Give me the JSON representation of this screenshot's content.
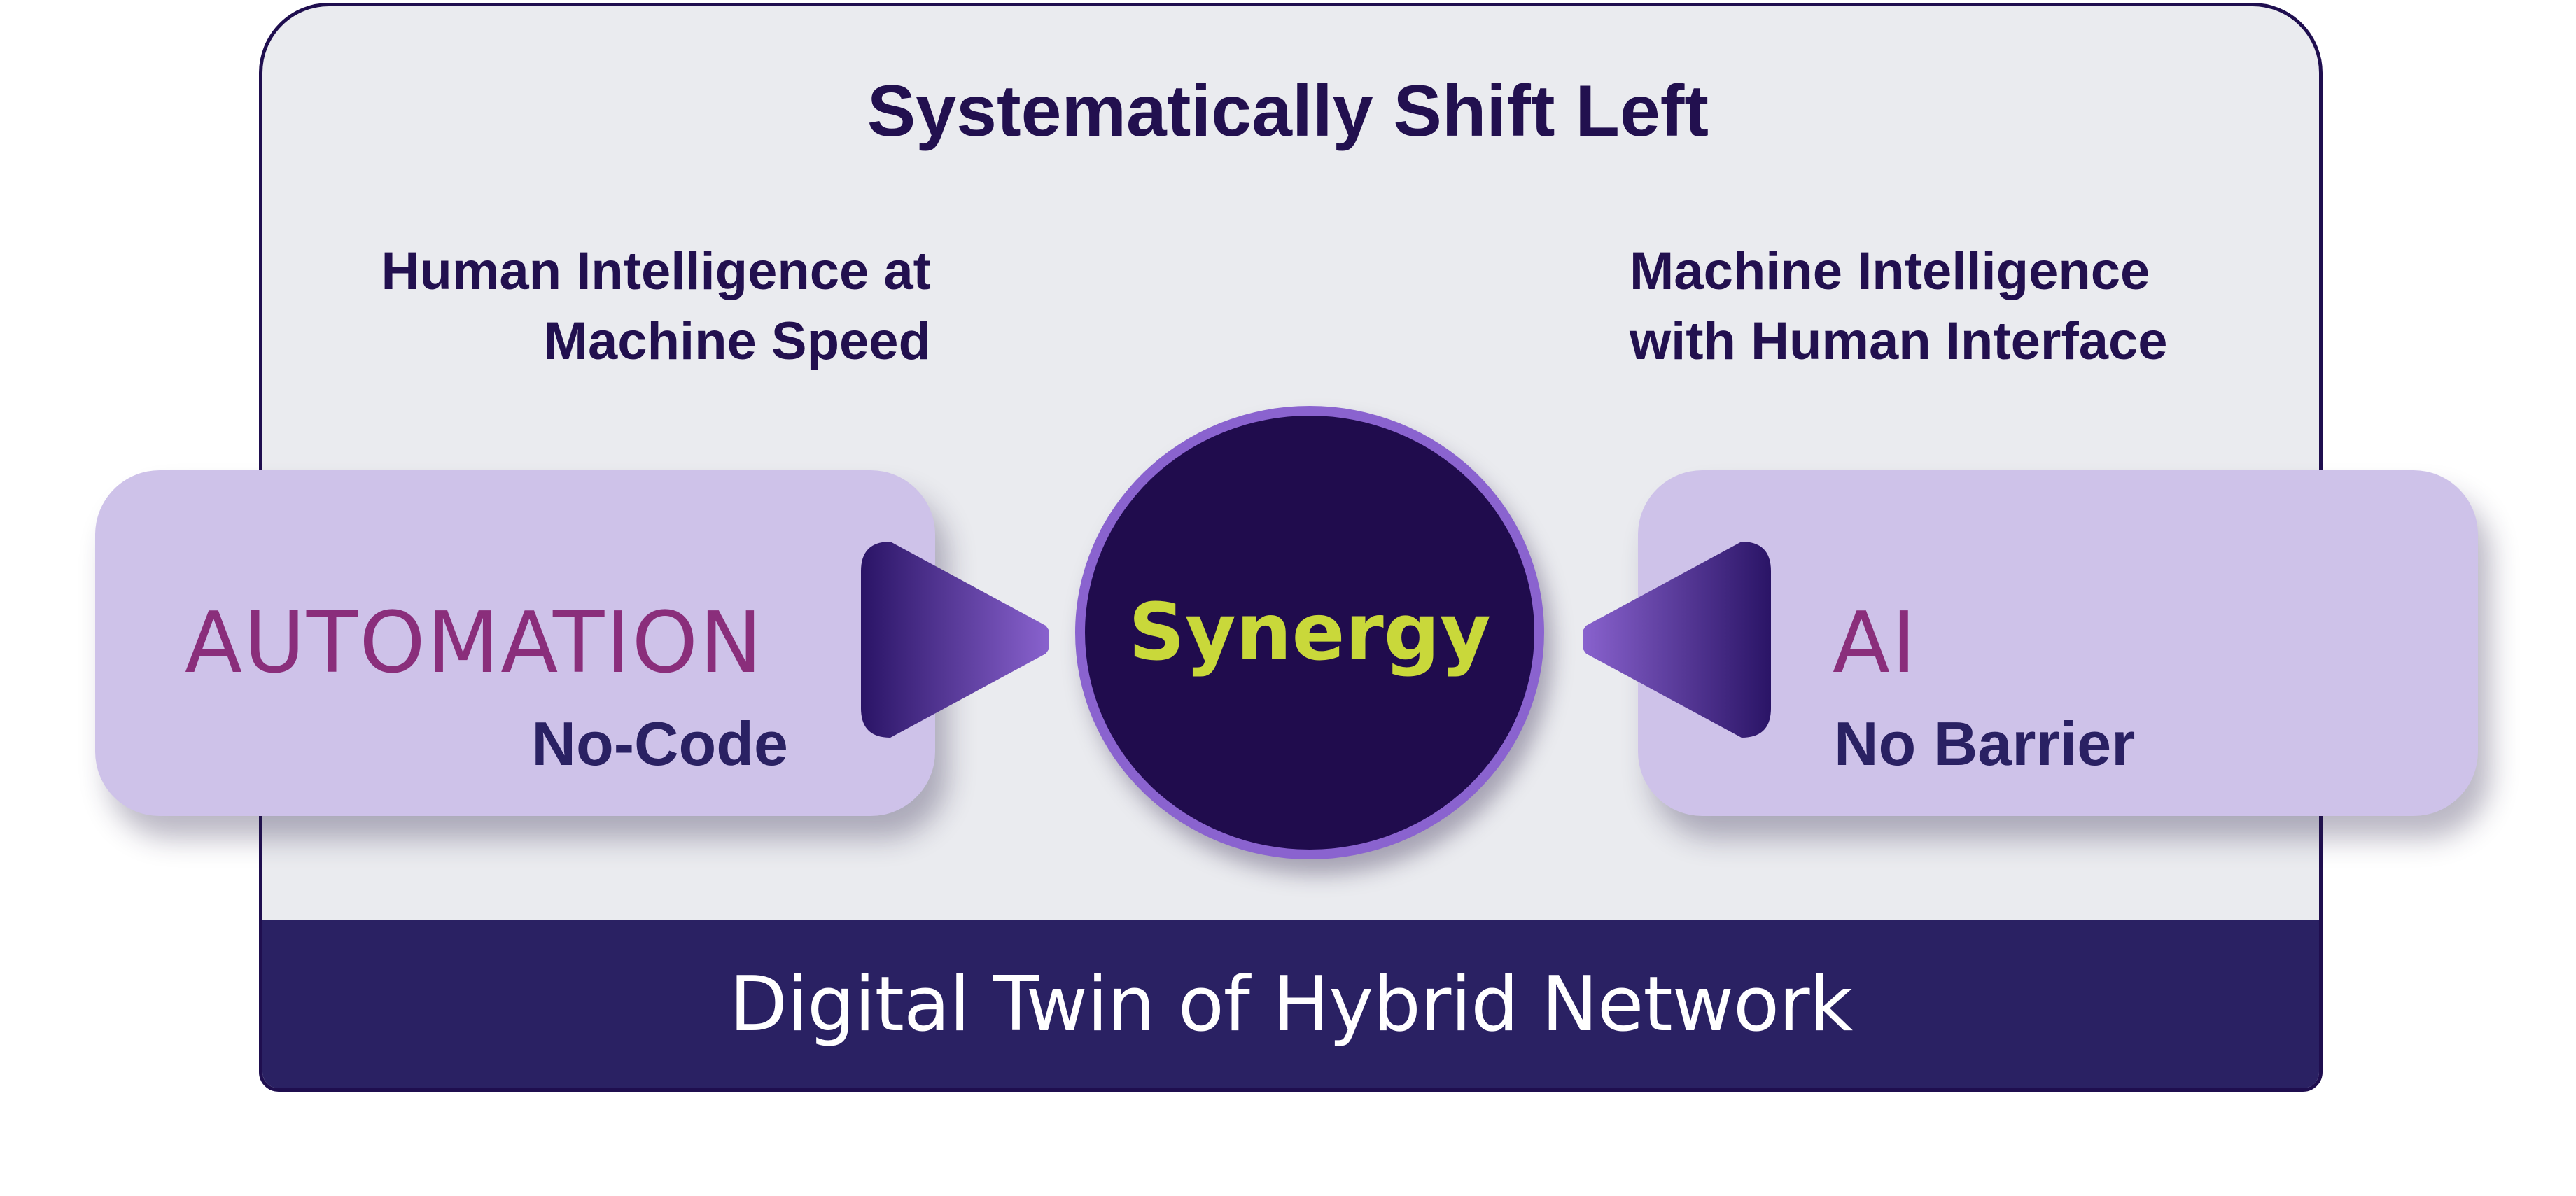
{
  "title": "Systematically Shift Left",
  "left_tagline": [
    "Human Intelligence at",
    "Machine Speed"
  ],
  "right_tagline": [
    "Machine Intelligence",
    "with Human Interface"
  ],
  "left_box": {
    "heading": "AUTOMATION",
    "subheading": "No-Code"
  },
  "right_box": {
    "heading": "AI",
    "subheading": "No Barrier"
  },
  "center": {
    "label": "Synergy"
  },
  "footer": {
    "label": "Digital Twin of Hybrid Network"
  },
  "colors": {
    "dark_navy": "#22104f",
    "footer_bg": "#2a2163",
    "panel_bg": "#eaebef",
    "pill_bg": "#cec2e9",
    "heading_magenta": "#8a2e7b",
    "circle_fill": "#200c4d",
    "circle_ring": "#8a63cf",
    "synergy_text": "#c9d83a",
    "arrow_light": "#8a63cf",
    "arrow_dark": "#2a1466"
  }
}
